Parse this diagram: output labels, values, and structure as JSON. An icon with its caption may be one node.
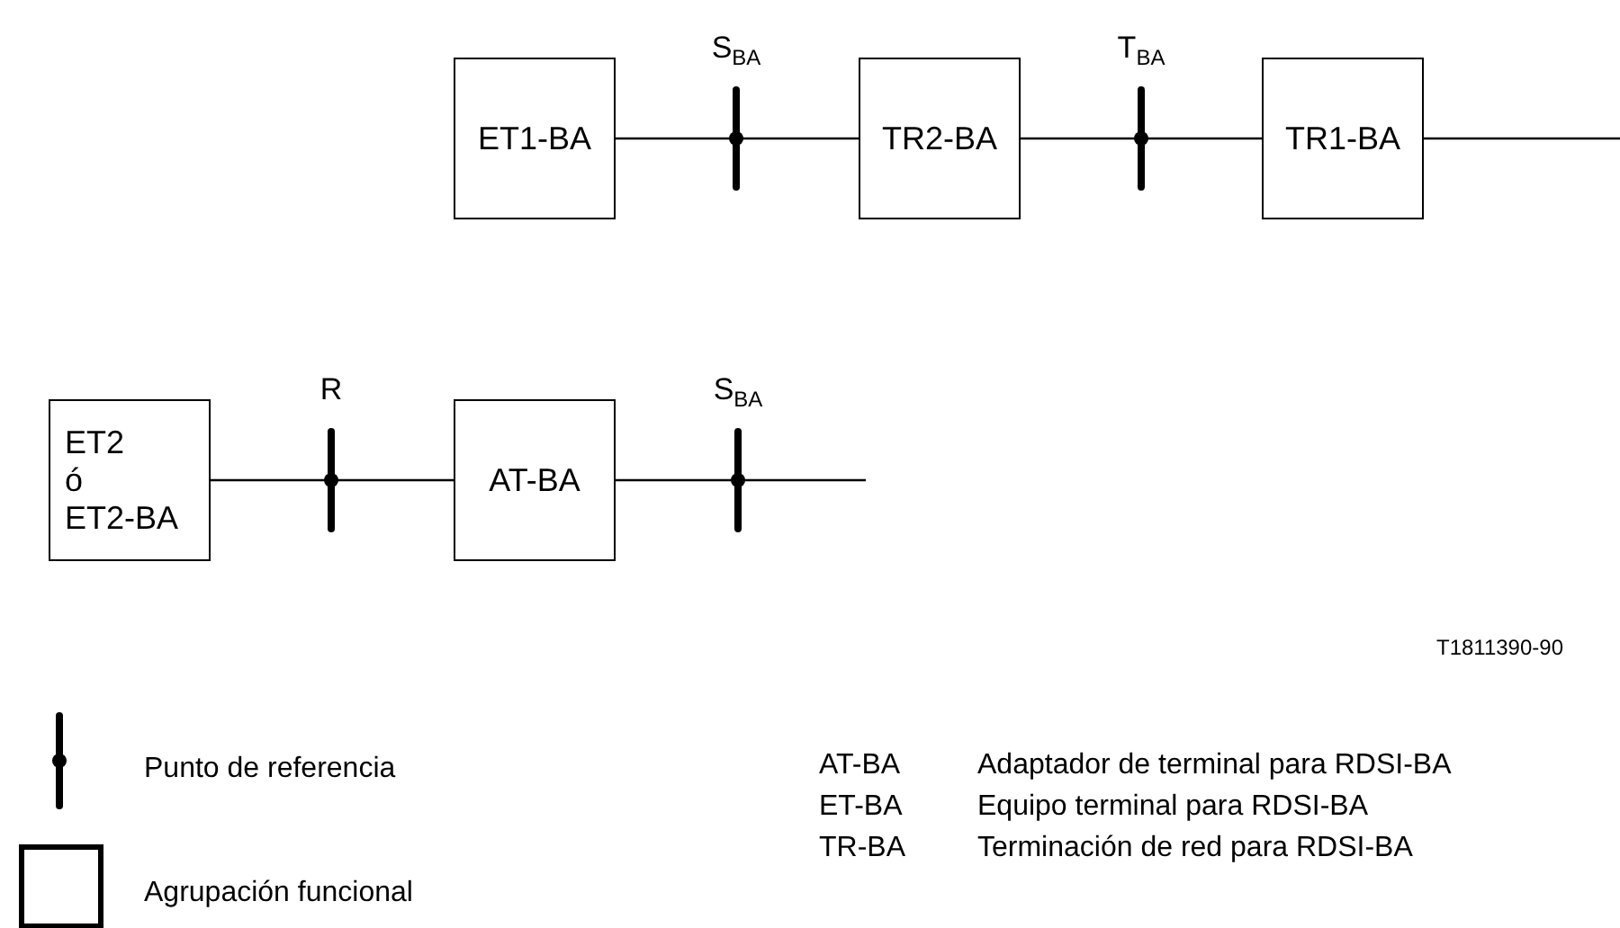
{
  "diagram": {
    "nodes": [
      {
        "text": [
          "ET1-BA"
        ]
      },
      {
        "text": [
          "TR2-BA"
        ]
      },
      {
        "text": [
          "TR1-BA"
        ]
      },
      {
        "text": [
          "ET2 ó ET2-BA"
        ]
      },
      {
        "text": [
          "AT-BA"
        ]
      }
    ],
    "edges": [
      {
        "from": 0,
        "to": 1,
        "arrow": "none",
        "label": "S$_{BA}$"
      },
      {
        "from": 1,
        "to": 2,
        "arrow": "none",
        "label": "T$_{BA}$"
      },
      {
        "from": 2,
        "to": null,
        "arrow": "none"
      },
      {
        "from": 3,
        "to": 4,
        "arrow": "none",
        "label": "R"
      },
      {
        "from": 4,
        "to": null,
        "arrow": "none",
        "label": "S$_{BA}$"
      }
    ],
    "labels": [
      "T1811390-90",
      "AT-BA",
      "Adaptador de terminal para RDSI-BA",
      "ET-BA",
      "Equipo terminal para RDSI-BA",
      "TR-BA",
      "Terminación de red para RDSI-BA"
    ],
    "legend": [
      {
        "text": "Punto de referencia"
      },
      {
        "text": "Agrupación funcional"
      }
    ]
  }
}
